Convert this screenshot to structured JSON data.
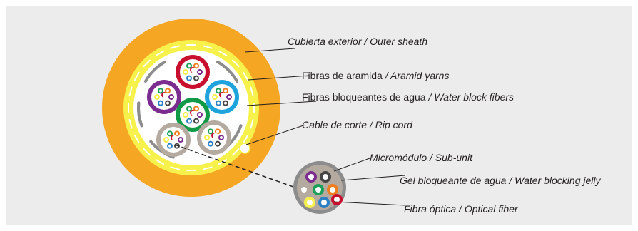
{
  "colors": {
    "panel": "#ececec",
    "sheath": "#f5a623",
    "aramid": "#f7f14b",
    "core": "#ffffff",
    "water_block": "#8c8c8c",
    "leader": "#231f20"
  },
  "labels": {
    "outer_sheath": {
      "es": "Cubierta exterior",
      "en": "/ Outer sheath"
    },
    "aramid": {
      "es": "Fibras de aramida",
      "en": "/ Aramid yarns"
    },
    "water_block": {
      "es": "Fibras bloqueantes de agua",
      "en": "/ Water block fibers"
    },
    "rip_cord": {
      "es": "Cable de corte",
      "en": "/ Rip cord"
    },
    "sub_unit": {
      "es": "Micromódulo",
      "en": "/ Sub-unit"
    },
    "jelly": {
      "es": "Gel bloqueante de agua",
      "en": "/ Water blocking jelly"
    },
    "optical_fiber": {
      "es": "Fibra óptica",
      "en": "/ Optical fiber"
    }
  },
  "subunit_colors": [
    "#c8102e",
    "#7b2c8f",
    "#1ea3dd",
    "#109a48",
    "#b5aaa0",
    "#b5aaa0"
  ],
  "fiber_colors": [
    "#7b2c8f",
    "#444444",
    "#2c80c3",
    "#f7f14b",
    "#18a058",
    "#ee7d1e",
    "#c8102e",
    "#ffffff"
  ]
}
